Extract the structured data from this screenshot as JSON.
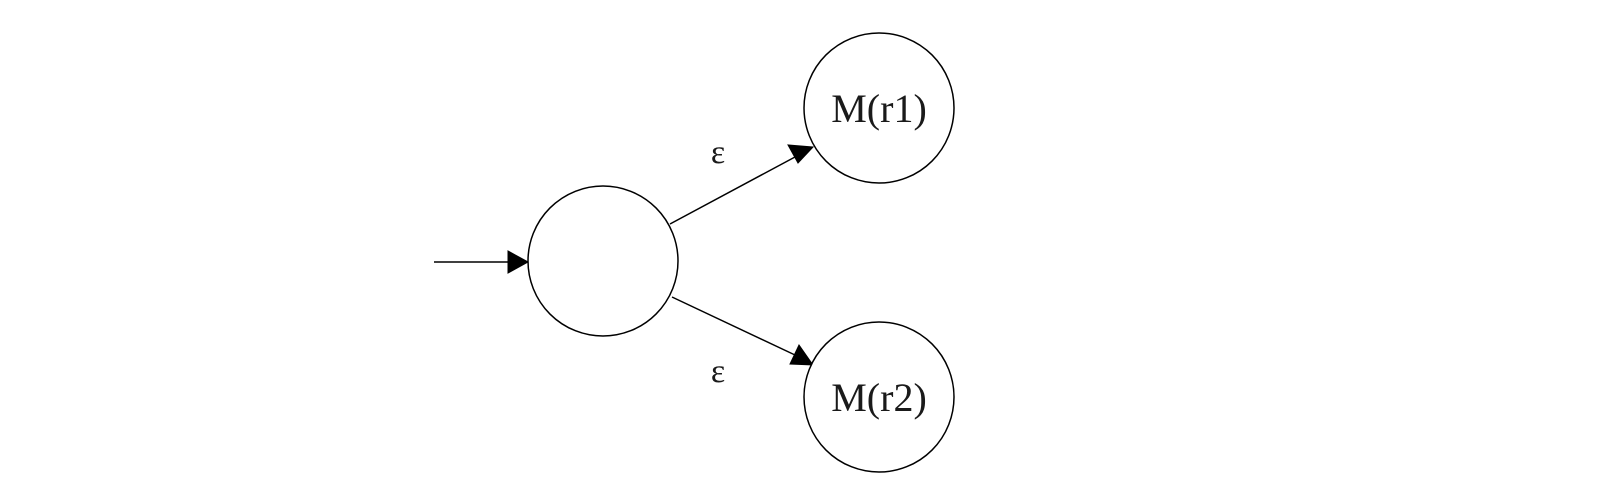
{
  "diagram": {
    "type": "state-machine",
    "states": [
      {
        "id": "start",
        "label": ""
      },
      {
        "id": "m1",
        "label": "M(r1)"
      },
      {
        "id": "m2",
        "label": "M(r2)"
      }
    ],
    "transitions": [
      {
        "from": "start",
        "to": "m1",
        "label": "ε"
      },
      {
        "from": "start",
        "to": "m2",
        "label": "ε"
      }
    ],
    "initial_state": "start"
  }
}
